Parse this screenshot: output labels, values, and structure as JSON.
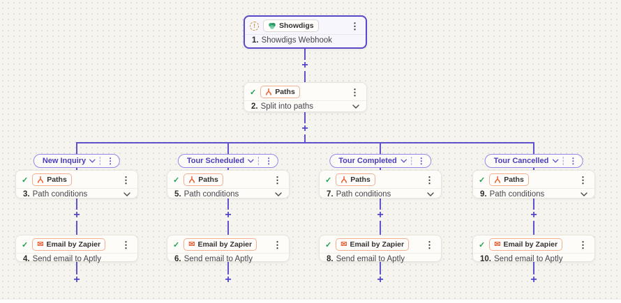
{
  "icons": {
    "plus": "+",
    "check": "✓",
    "kebab": "⋮",
    "alert": "!",
    "email": "✉"
  },
  "colors": {
    "canvas_bg": "#f6f4ef",
    "connector_purple": "#5f52cc",
    "selected_node_border": "#5948c8",
    "badge_orange_border": "#f1af90",
    "icon_orange": "#ee6030",
    "check_green": "#1d9f50",
    "path_pill_purple": "#4a3dbb"
  },
  "trigger_node": {
    "app_badge": "Showdigs",
    "step_number": "1.",
    "title": "Showdigs Webhook"
  },
  "split_node": {
    "app_badge": "Paths",
    "step_number": "2.",
    "title": "Split into paths"
  },
  "branches": [
    {
      "path_label": "New Inquiry",
      "condition_badge": "Paths",
      "condition_number": "3.",
      "condition_title": "Path conditions",
      "action_badge": "Email by Zapier",
      "action_number": "4.",
      "action_title": "Send email to Aptly"
    },
    {
      "path_label": "Tour Scheduled",
      "condition_badge": "Paths",
      "condition_number": "5.",
      "condition_title": "Path conditions",
      "action_badge": "Email by Zapier",
      "action_number": "6.",
      "action_title": "Send email to Aptly"
    },
    {
      "path_label": "Tour Completed",
      "condition_badge": "Paths",
      "condition_number": "7.",
      "condition_title": "Path conditions",
      "action_badge": "Email by Zapier",
      "action_number": "8.",
      "action_title": "Send email to Aptly"
    },
    {
      "path_label": "Tour Cancelled",
      "condition_badge": "Paths",
      "condition_number": "9.",
      "condition_title": "Path conditions",
      "action_badge": "Email by Zapier",
      "action_number": "10.",
      "action_title": "Send email to Aptly"
    }
  ]
}
